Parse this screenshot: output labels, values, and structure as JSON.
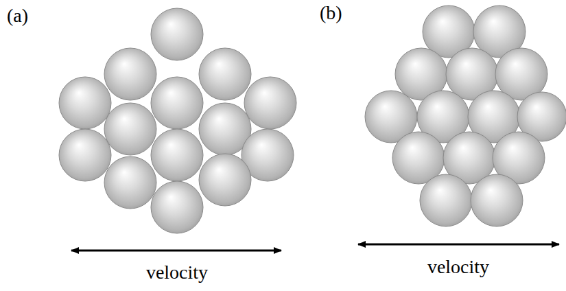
{
  "diagram": {
    "labels": [
      "(a)",
      "(b)",
      "velocity",
      "velocity"
    ]
  }
}
